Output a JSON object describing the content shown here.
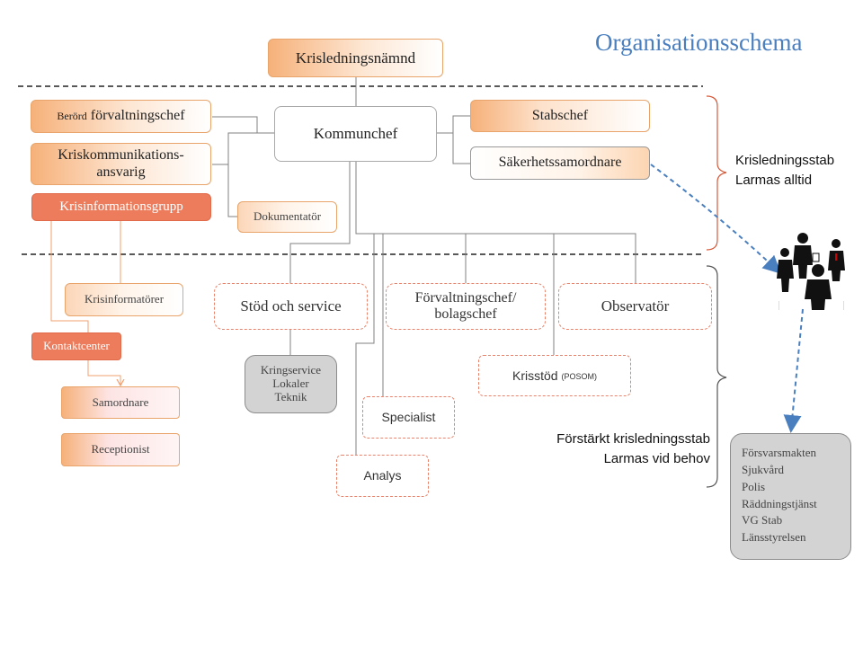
{
  "title": "Organisationsschema",
  "nodes": {
    "krisledningsnamnd": "Krisledningsnämnd",
    "kommunchef": "Kommunchef",
    "berord_small": "Berörd",
    "berord_main": "förvaltningschef",
    "kriskommunikation": "Kriskommunikations-ansvarig",
    "krisinformationsgrupp": "Krisinformationsgrupp",
    "dokumentator": "Dokumentatör",
    "stabschef": "Stabschef",
    "sakerhetssamordnare": "Säkerhetssamordnare",
    "krisinformatorer": "Krisinformatörer",
    "kontaktcenter": "Kontaktcenter",
    "samordnare": "Samordnare",
    "receptionist": "Receptionist",
    "stod_och_service": "Stöd och service",
    "forvaltningschef_bolagschef": "Förvaltningschef/ bolagschef",
    "observator": "Observatör",
    "kringservice_lines": [
      "Kringservice",
      "Lokaler",
      "Teknik"
    ],
    "krisstod": "Krisstöd",
    "krisstod_small": "(POSOM)",
    "specialist": "Specialist",
    "analys": "Analys",
    "external_lines": [
      "Försvarsmakten",
      "Sjukvård",
      "Polis",
      "Räddningstjänst",
      "VG Stab",
      "Länsstyrelsen"
    ]
  },
  "notes": {
    "krisledningsstab_line1": "Krisledningsstab",
    "krisledningsstab_line2": "Larmas alltid",
    "forstarkt_line1": "Förstärkt krisledningsstab",
    "forstarkt_line2": "Larmas vid behov"
  },
  "icons": {
    "people_group": "group-of-people-icon"
  },
  "colors": {
    "title": "#4a7fbf",
    "accent_orange": "#ec7c5c",
    "connector": "#808080",
    "orange_connector": "#f0a070",
    "dashed_arrow": "#4a7fbf"
  }
}
